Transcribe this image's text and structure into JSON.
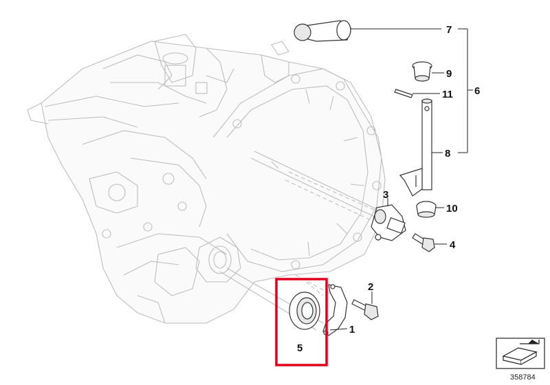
{
  "callouts": {
    "c1": "1",
    "c2": "2",
    "c3": "3",
    "c4": "4",
    "c5": "5",
    "c6": "6",
    "c7": "7",
    "c8": "8",
    "c9": "9",
    "c10": "10",
    "c11": "11"
  },
  "image_code": "358784",
  "highlight": {
    "target": "5",
    "color": "#e0001b"
  }
}
